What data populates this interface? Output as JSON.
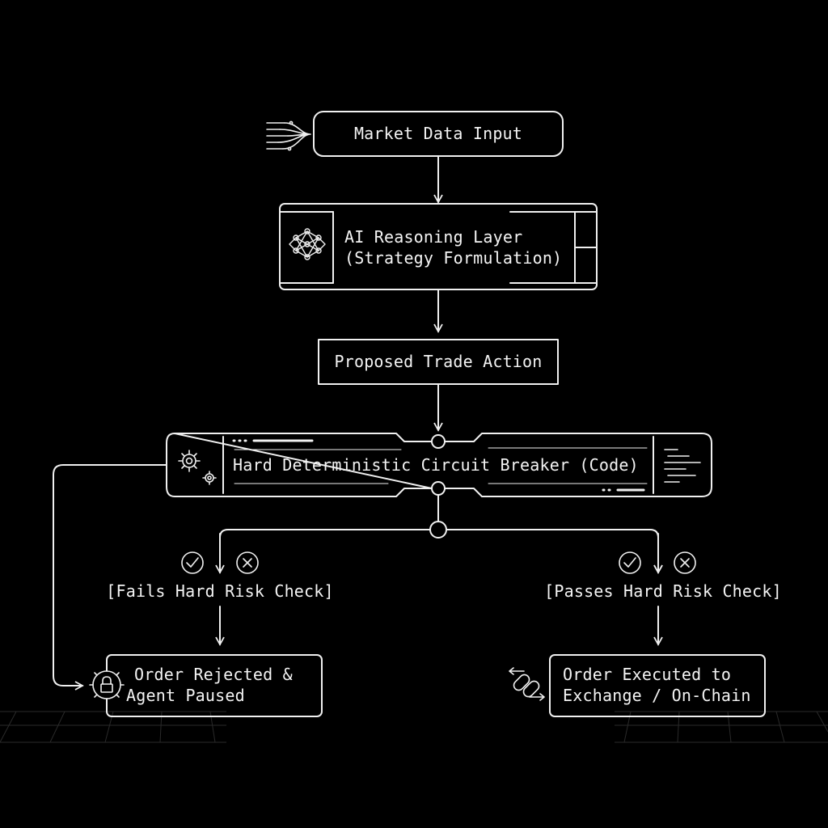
{
  "diagram": {
    "nodes": {
      "market_data": "Market Data Input",
      "ai_reasoning_line1": "AI Reasoning Layer",
      "ai_reasoning_line2": "(Strategy Formulation)",
      "proposed_trade": "Proposed Trade Action",
      "circuit_breaker": "Hard Deterministic Circuit Breaker (Code)",
      "rejected_line1": "Order Rejected &",
      "rejected_line2": "Agent Paused",
      "executed_line1": "Order Executed to",
      "executed_line2": "Exchange / On-Chain"
    },
    "branches": {
      "fail": "[Fails Hard Risk Check]",
      "pass": "[Passes Hard Risk Check]"
    },
    "icons": [
      "data-stream-icon",
      "neural-network-icon",
      "gears-icon",
      "code-lines-icon",
      "check-icon",
      "x-icon",
      "lock-gear-icon",
      "chain-link-icon"
    ],
    "colors": {
      "background": "#000000",
      "stroke": "#f0f0f0"
    }
  }
}
